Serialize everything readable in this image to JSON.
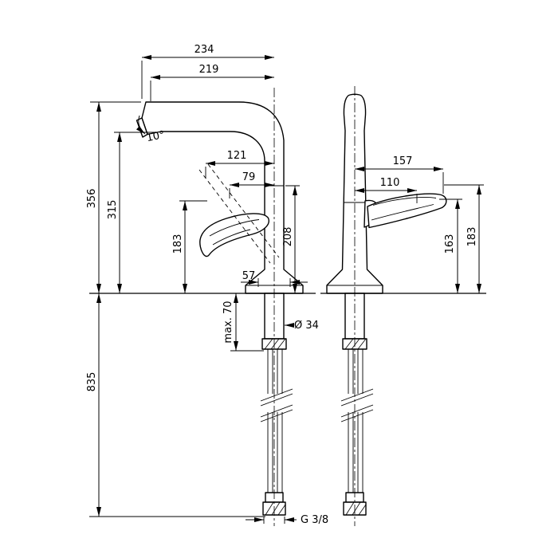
{
  "drawing": {
    "description": "kitchen-faucet-dimensional-drawing",
    "background": "#ffffff",
    "line_color": "#000000"
  },
  "labels": {
    "d234": "234",
    "d219": "219",
    "angle": "10°",
    "d121": "121",
    "d79": "79",
    "d356": "356",
    "d315": "315",
    "d183_side": "183",
    "d208": "208",
    "d57": "57",
    "max70": "max. 70",
    "dia34": "Ø 34",
    "d835": "835",
    "g38": "G 3/8",
    "d157": "157",
    "d110": "110",
    "d163": "163",
    "d183_front": "183"
  }
}
